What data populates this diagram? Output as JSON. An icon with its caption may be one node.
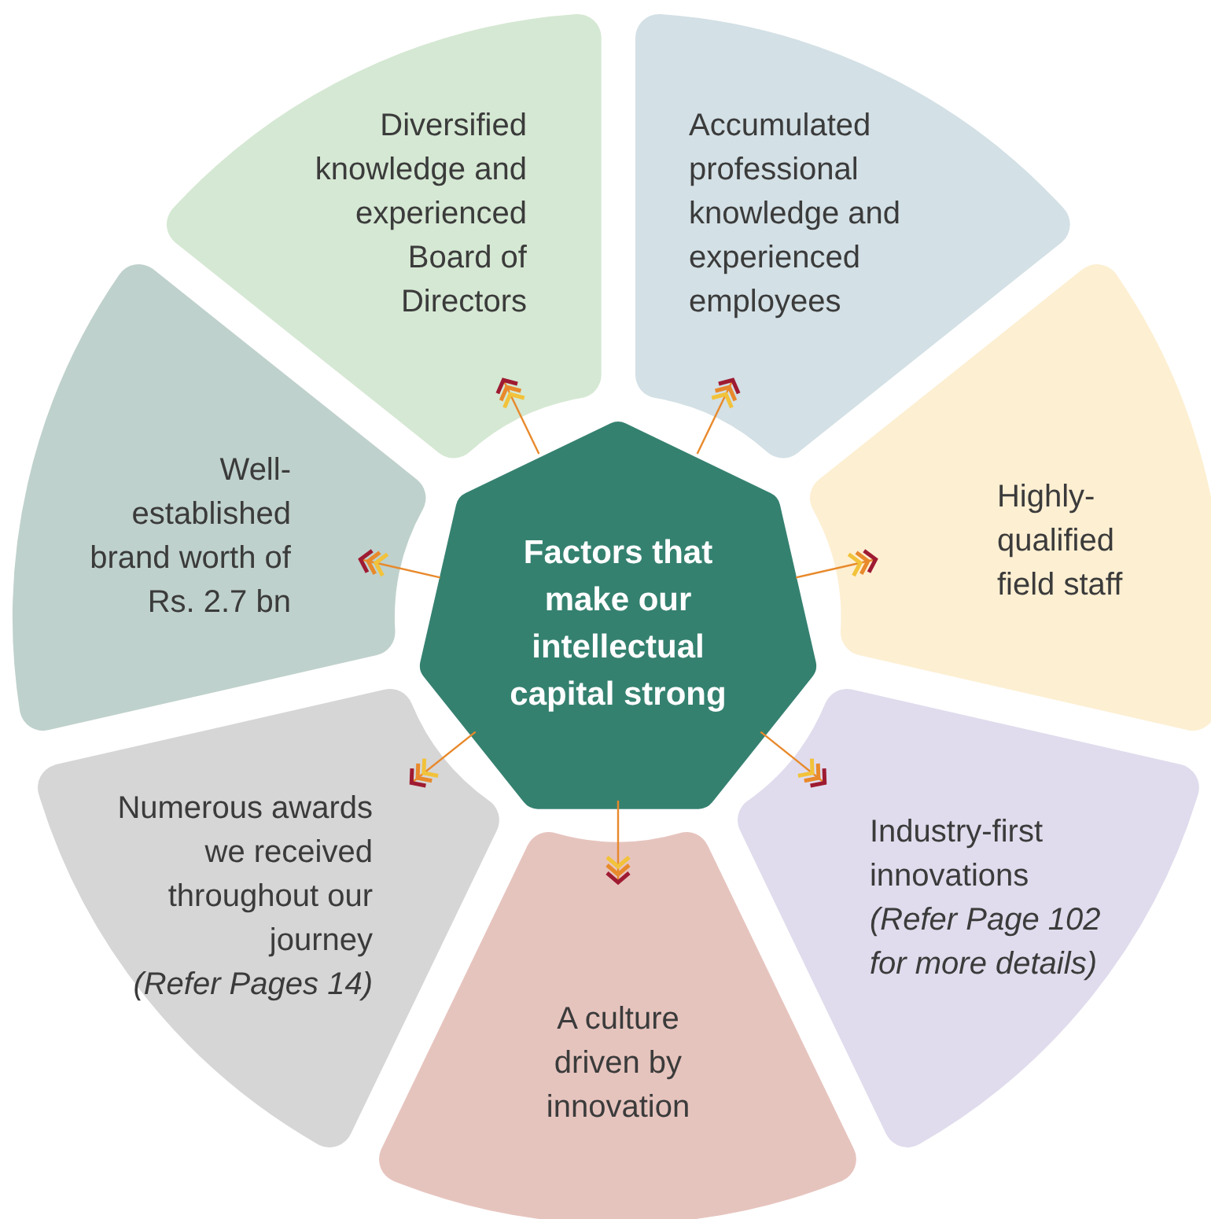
{
  "diagram": {
    "nodes": [
      {
        "text": [
          "Factors that make our intellectual capital strong"
        ]
      },
      {
        "text": [
          "Diversified knowledge and experienced Board of Directors"
        ]
      },
      {
        "text": [
          "Accumulated professional knowledge and experienced employees"
        ]
      },
      {
        "text": [
          "Highly-qualified field staff"
        ]
      },
      {
        "text": [
          "Industry-first innovations",
          "(Refer Page 102 for more details)"
        ]
      },
      {
        "text": [
          "A culture driven by innovation"
        ]
      },
      {
        "text": [
          "Numerous awards we received throughout our journey",
          "(Refer Pages 14)"
        ]
      },
      {
        "text": [
          "Well-established brand worth of Rs. 2.7 bn"
        ]
      }
    ],
    "edges": [
      {
        "from": 0,
        "to": 1,
        "arrow": "to"
      },
      {
        "from": 0,
        "to": 2,
        "arrow": "to"
      },
      {
        "from": 0,
        "to": 3,
        "arrow": "to"
      },
      {
        "from": 0,
        "to": 4,
        "arrow": "to"
      },
      {
        "from": 0,
        "to": 5,
        "arrow": "to"
      },
      {
        "from": 0,
        "to": 6,
        "arrow": "to"
      },
      {
        "from": 0,
        "to": 7,
        "arrow": "to"
      }
    ]
  }
}
